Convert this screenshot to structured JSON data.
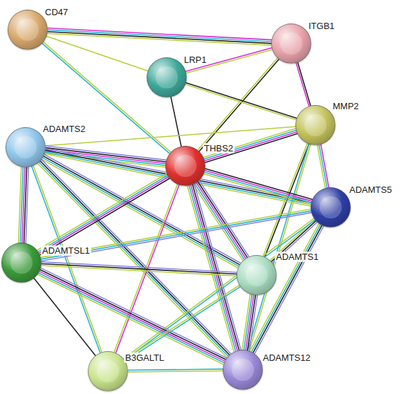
{
  "diagram": {
    "nodes": [
      {
        "text": [
          "CD47"
        ]
      },
      {
        "text": [
          "ITGB1"
        ]
      },
      {
        "text": [
          "LRP1"
        ]
      },
      {
        "text": [
          "MMP2"
        ]
      },
      {
        "text": [
          "ADAMTS2"
        ]
      },
      {
        "text": [
          "THBS2"
        ]
      },
      {
        "text": [
          "ADAMTS5"
        ]
      },
      {
        "text": [
          "ADAMTSL1"
        ]
      },
      {
        "text": [
          "ADAMTS1"
        ]
      },
      {
        "text": [
          "B3GALTL"
        ]
      },
      {
        "text": [
          "ADAMTS12"
        ]
      }
    ],
    "edges": [
      {
        "from": 0,
        "to": 1,
        "arrow": "none"
      },
      {
        "from": 0,
        "to": 2,
        "arrow": "none"
      },
      {
        "from": 0,
        "to": 5,
        "arrow": "none"
      },
      {
        "from": 2,
        "to": 1,
        "arrow": "none"
      },
      {
        "from": 1,
        "to": 3,
        "arrow": "none"
      },
      {
        "from": 1,
        "to": 5,
        "arrow": "none"
      },
      {
        "from": 2,
        "to": 5,
        "arrow": "none"
      },
      {
        "from": 2,
        "to": 3,
        "arrow": "none"
      },
      {
        "from": 3,
        "to": 5,
        "arrow": "none"
      },
      {
        "from": 3,
        "to": 4,
        "arrow": "none"
      },
      {
        "from": 3,
        "to": 6,
        "arrow": "none"
      },
      {
        "from": 3,
        "to": 8,
        "arrow": "none"
      },
      {
        "from": 3,
        "to": 10,
        "arrow": "none"
      },
      {
        "from": 4,
        "to": 5,
        "arrow": "none"
      },
      {
        "from": 4,
        "to": 6,
        "arrow": "none"
      },
      {
        "from": 4,
        "to": 7,
        "arrow": "none"
      },
      {
        "from": 4,
        "to": 8,
        "arrow": "none"
      },
      {
        "from": 4,
        "to": 10,
        "arrow": "none"
      },
      {
        "from": 4,
        "to": 9,
        "arrow": "none"
      },
      {
        "from": 5,
        "to": 6,
        "arrow": "none"
      },
      {
        "from": 5,
        "to": 7,
        "arrow": "none"
      },
      {
        "from": 5,
        "to": 8,
        "arrow": "none"
      },
      {
        "from": 5,
        "to": 9,
        "arrow": "none"
      },
      {
        "from": 5,
        "to": 10,
        "arrow": "none"
      },
      {
        "from": 6,
        "to": 7,
        "arrow": "none"
      },
      {
        "from": 6,
        "to": 8,
        "arrow": "none"
      },
      {
        "from": 6,
        "to": 10,
        "arrow": "none"
      },
      {
        "from": 6,
        "to": 9,
        "arrow": "none"
      },
      {
        "from": 7,
        "to": 8,
        "arrow": "none"
      },
      {
        "from": 7,
        "to": 10,
        "arrow": "none"
      },
      {
        "from": 7,
        "to": 9,
        "arrow": "none"
      },
      {
        "from": 8,
        "to": 10,
        "arrow": "none"
      },
      {
        "from": 8,
        "to": 9,
        "arrow": "none"
      },
      {
        "from": 9,
        "to": 10,
        "arrow": "none"
      }
    ]
  }
}
